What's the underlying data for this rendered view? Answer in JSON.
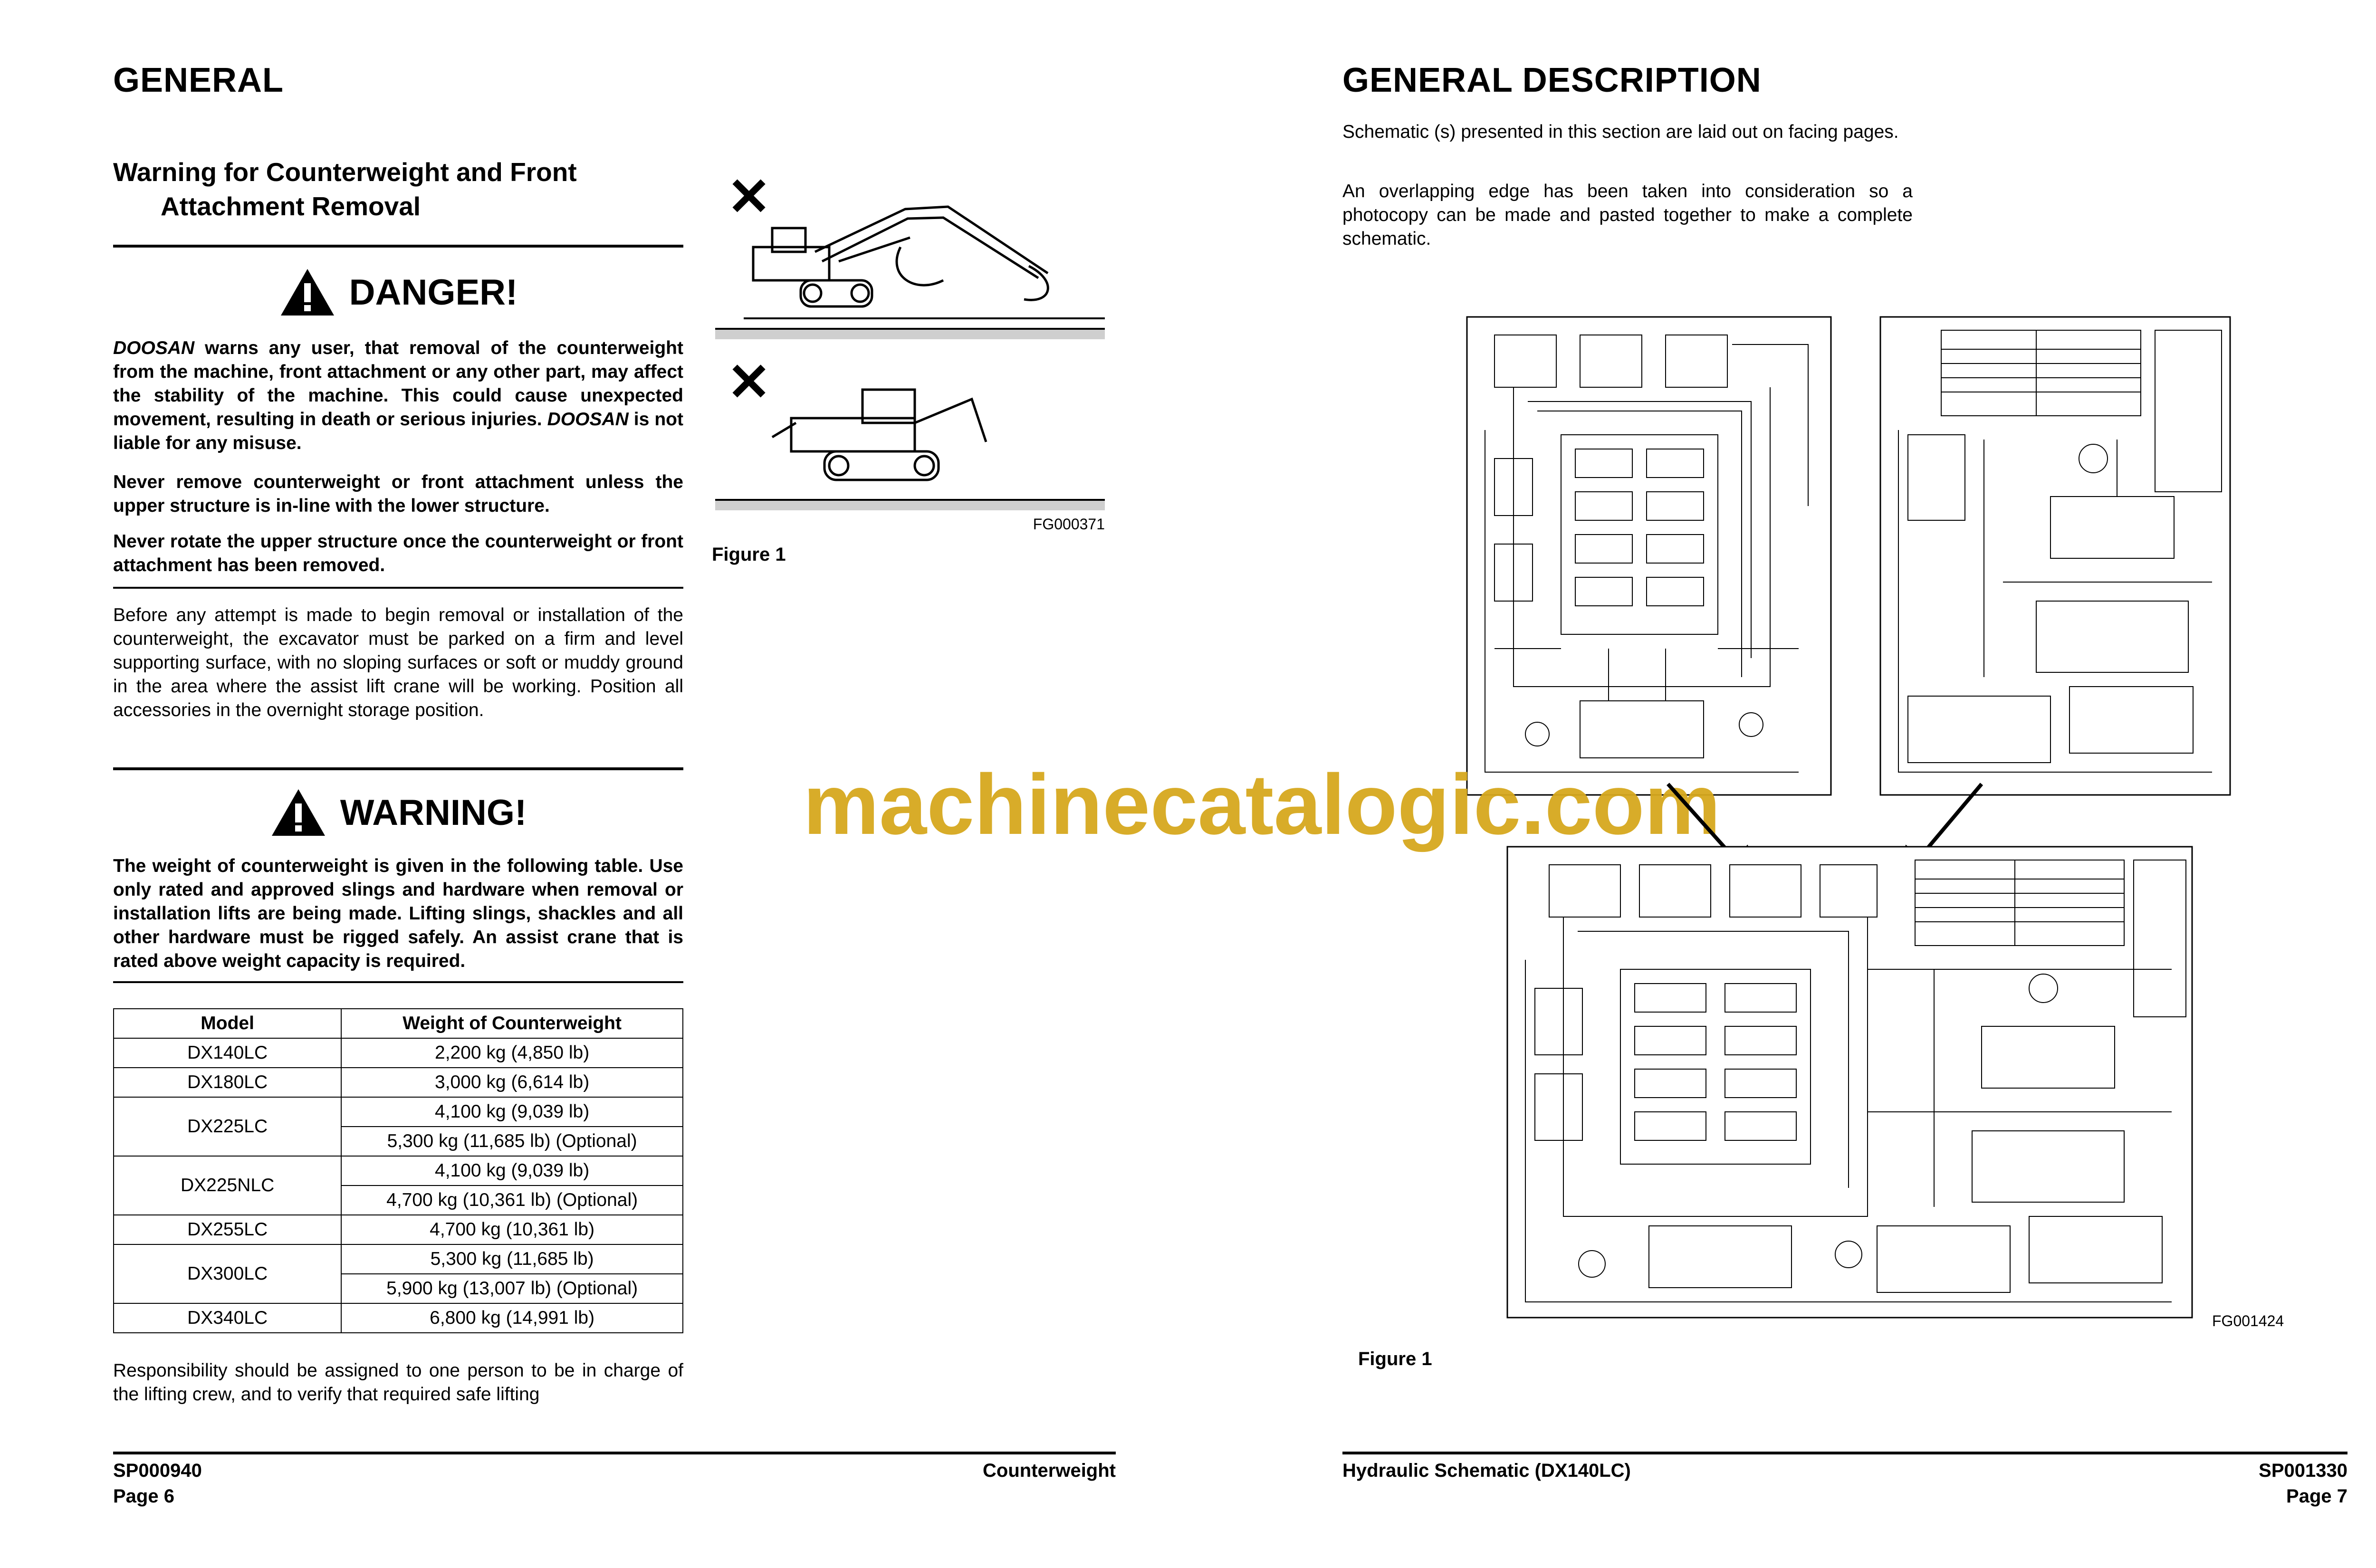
{
  "left_page": {
    "title": "GENERAL",
    "subtitle_line1": "Warning for Counterweight and Front",
    "subtitle_line2": "Attachment Removal",
    "danger": {
      "label": "DANGER!",
      "p1_brand": "DOOSAN",
      "p1_text": " warns any user, that removal of the counterweight from the machine, front attachment or any other part, may affect the stability of the machine. This could cause unexpected movement, resulting in death or serious injuries. ",
      "p1_brand2": "DOOSAN",
      "p1_tail": " is not liable for any misuse.",
      "p2": "Never remove counterweight or front attachment unless the upper structure is in-line with the lower structure.",
      "p3": "Never rotate the upper structure once the counterweight or front attachment has been removed."
    },
    "intro_paragraph": "Before any attempt is made to begin removal or installation of the counterweight, the excavator must be parked on a firm and level supporting surface, with no sloping surfaces or soft or muddy ground in the area where the assist lift crane will be working. Position all accessories in the overnight storage position.",
    "warning": {
      "label": "WARNING!",
      "text": "The weight of counterweight is given in the following table. Use only rated and approved slings and hardware when removal or installation lifts are being made. Lifting slings, shackles and all other hardware must be rigged safely. An assist crane that is rated above weight capacity is required."
    },
    "table": {
      "headers": [
        "Model",
        "Weight of Counterweight"
      ],
      "rows": [
        {
          "model": "DX140LC",
          "weights": [
            "2,200 kg (4,850 lb)"
          ]
        },
        {
          "model": "DX180LC",
          "weights": [
            "3,000 kg (6,614 lb)"
          ]
        },
        {
          "model": "DX225LC",
          "weights": [
            "4,100 kg (9,039 lb)",
            "5,300 kg (11,685 lb) (Optional)"
          ]
        },
        {
          "model": "DX225NLC",
          "weights": [
            "4,100 kg (9,039 lb)",
            "4,700 kg (10,361 lb) (Optional)"
          ]
        },
        {
          "model": "DX255LC",
          "weights": [
            "4,700 kg (10,361 lb)"
          ]
        },
        {
          "model": "DX300LC",
          "weights": [
            "5,300 kg (11,685 lb)",
            "5,900 kg (13,007 lb) (Optional)"
          ]
        },
        {
          "model": "DX340LC",
          "weights": [
            "6,800 kg (14,991 lb)"
          ]
        }
      ]
    },
    "closing_paragraph": "Responsibility should be assigned to one person to be in charge of the lifting crew, and to verify that required safe lifting",
    "figure_code": "FG000371",
    "figure_caption": "Figure 1",
    "footer": {
      "doc_code": "SP000940",
      "page": "Page 6",
      "section": "Counterweight"
    }
  },
  "right_page": {
    "title": "GENERAL DESCRIPTION",
    "p1": "Schematic (s) presented in this section are laid out on facing pages.",
    "p2": "An overlapping edge has been taken into consideration so a photocopy can be made and pasted together to make a complete schematic.",
    "figure_code": "FG001424",
    "figure_caption": "Figure 1",
    "footer": {
      "section": "Hydraulic Schematic (DX140LC)",
      "doc_code": "SP001330",
      "page": "Page 7"
    }
  },
  "watermark": "machinecatalogic.com",
  "colors": {
    "watermark": "#d6a81e",
    "ink": "#000000"
  }
}
